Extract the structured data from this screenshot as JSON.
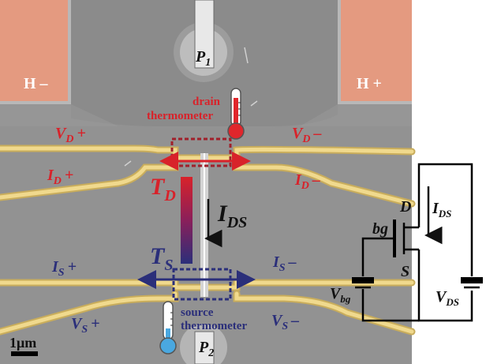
{
  "pads": {
    "heater_minus": "H –",
    "heater_plus": "H +"
  },
  "probes": {
    "p1_letter": "P",
    "p1_sub": "1",
    "p2_letter": "P",
    "p2_sub": "2"
  },
  "drain_thermometer": {
    "line1": "drain",
    "line2": "thermometer"
  },
  "source_thermometer": {
    "line1": "source",
    "line2": "thermometer"
  },
  "contacts": {
    "vd_plus": {
      "main": "V",
      "sub": "D",
      "sign": "+"
    },
    "vd_minus": {
      "main": "V",
      "sub": "D",
      "sign": "–"
    },
    "id_plus": {
      "main": "I",
      "sub": "D",
      "sign": "+"
    },
    "id_minus": {
      "main": "I",
      "sub": "D",
      "sign": "–"
    },
    "is_plus": {
      "main": "I",
      "sub": "S",
      "sign": "+"
    },
    "is_minus": {
      "main": "I",
      "sub": "S",
      "sign": "–"
    },
    "vs_plus": {
      "main": "V",
      "sub": "S",
      "sign": "+"
    },
    "vs_minus": {
      "main": "V",
      "sub": "S",
      "sign": "–"
    }
  },
  "temperatures": {
    "td": {
      "main": "T",
      "sub": "D"
    },
    "ts": {
      "main": "T",
      "sub": "S"
    }
  },
  "current_label": {
    "main": "I",
    "sub": "DS"
  },
  "scale_bar": {
    "label": "1μm"
  },
  "circuit": {
    "drain": "D",
    "source": "S",
    "gate": "bg",
    "current": {
      "main": "I",
      "sub": "DS"
    },
    "vbg": {
      "main": "V",
      "sub": "bg"
    },
    "vds": {
      "main": "V",
      "sub": "DS"
    }
  },
  "colors": {
    "substrate": "#8c8c8c",
    "gold_lead": "#e8cc7a",
    "heater_pad": "#e49a80",
    "hot": "#d8222a",
    "cold": "#2b2f7a",
    "thermo_red": "#e0262c",
    "thermo_blue": "#4aa8e0"
  }
}
